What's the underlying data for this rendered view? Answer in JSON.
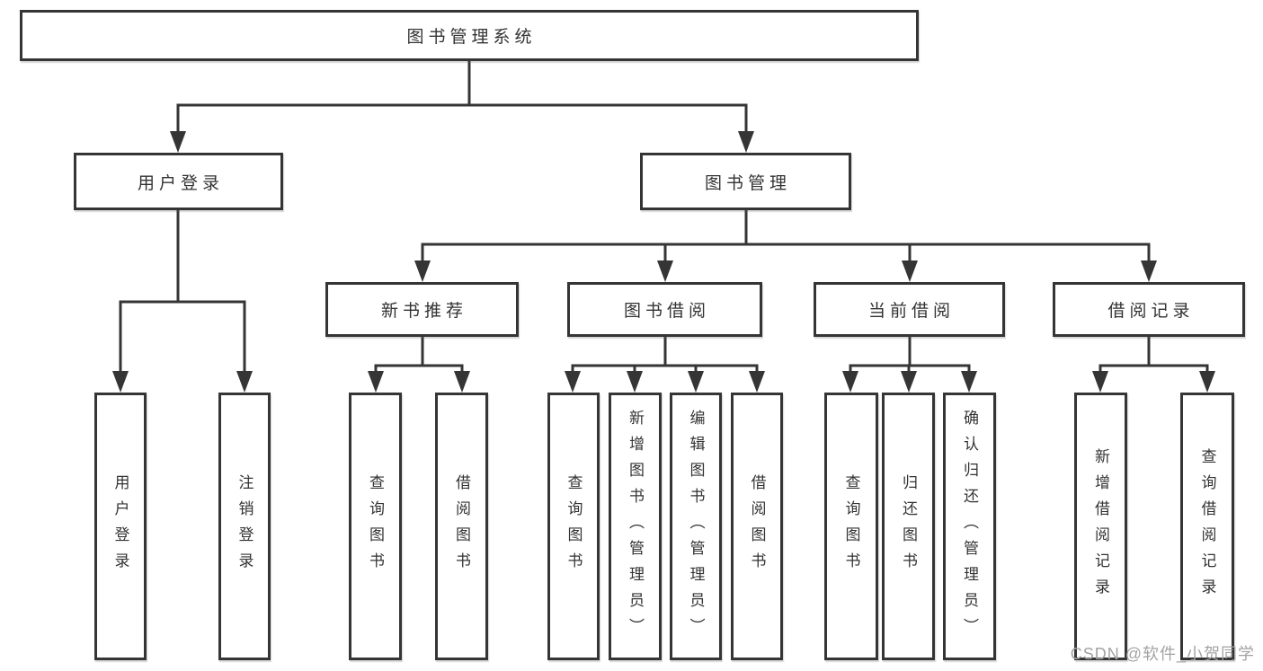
{
  "diagram": {
    "root": {
      "label": "图书管理系统"
    },
    "branches": [
      {
        "label": "用户登录",
        "leaves": [
          {
            "label": "用户登录"
          },
          {
            "label": "注销登录"
          }
        ]
      },
      {
        "label": "图书管理",
        "children": [
          {
            "label": "新书推荐",
            "leaves": [
              {
                "label": "查询图书"
              },
              {
                "label": "借阅图书"
              }
            ]
          },
          {
            "label": "图书借阅",
            "leaves": [
              {
                "label": "查询图书"
              },
              {
                "label": "新增图书（管理员）"
              },
              {
                "label": "编辑图书（管理员）"
              },
              {
                "label": "借阅图书"
              }
            ]
          },
          {
            "label": "当前借阅",
            "leaves": [
              {
                "label": "查询图书"
              },
              {
                "label": "归还图书"
              },
              {
                "label": "确认归还（管理员）"
              }
            ]
          },
          {
            "label": "借阅记录",
            "leaves": [
              {
                "label": "新增借阅记录"
              },
              {
                "label": "查询借阅记录"
              }
            ]
          }
        ]
      }
    ]
  },
  "watermark": {
    "text": "CSDN @软件_小贺同学"
  },
  "colors": {
    "line": "#353535",
    "text": "#333333",
    "background": "#ffffff",
    "watermark": "#a3a3a3"
  }
}
